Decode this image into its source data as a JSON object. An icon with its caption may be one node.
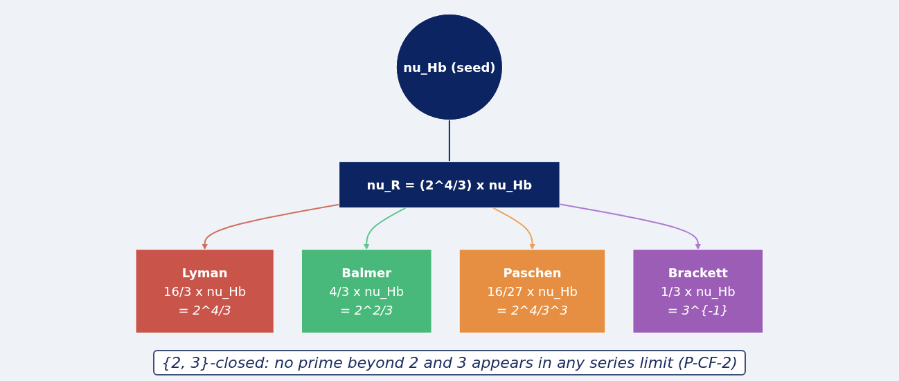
{
  "diagram": {
    "caption": "{2, 3}-closed: no prime beyond 2 and 3 appears in any series limit (P-CF-2)",
    "nodes": [
      {
        "text": [
          "nu_Hb (seed)"
        ]
      },
      {
        "text": [
          "nu_R = (2^4/3) x nu_Hb"
        ]
      },
      {
        "text": [
          "Lyman",
          "16/3 x nu_Hb",
          "= 2^4/3"
        ]
      },
      {
        "text": [
          "Balmer",
          "4/3 x nu_Hb",
          "= 2^2/3"
        ]
      },
      {
        "text": [
          "Paschen",
          "16/27 x nu_Hb",
          "= 2^4/3^3"
        ]
      },
      {
        "text": [
          "Brackett",
          "1/3 x nu_Hb",
          "= 3^{-1}"
        ]
      }
    ],
    "edges": [
      {
        "from": 0,
        "to": 1,
        "arrow": "none",
        "color": "#0c2461"
      },
      {
        "from": 1,
        "to": 2,
        "arrow": "to",
        "color": "#d0705f"
      },
      {
        "from": 1,
        "to": 3,
        "arrow": "to",
        "color": "#60c48e"
      },
      {
        "from": 1,
        "to": 4,
        "arrow": "to",
        "color": "#eda05c"
      },
      {
        "from": 1,
        "to": 5,
        "arrow": "to",
        "color": "#ae7bd0"
      }
    ]
  }
}
